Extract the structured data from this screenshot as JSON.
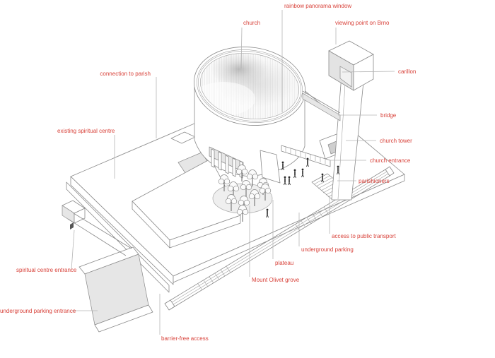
{
  "diagram": {
    "type": "axonometric-architecture-site-diagram",
    "subject": "church complex with tower, plateau and spiritual centre",
    "colors": {
      "accent": "#d8423a",
      "line": "#8a8a8a",
      "leader": "#b5b5b5",
      "shade": "#e6e6e6",
      "background": "#ffffff"
    },
    "labels": [
      {
        "id": "rainbow-panorama-window",
        "text": "rainbow panorama window"
      },
      {
        "id": "church",
        "text": "church"
      },
      {
        "id": "viewing-point-on-brno",
        "text": "viewing point on Brno"
      },
      {
        "id": "carillon",
        "text": "carillon"
      },
      {
        "id": "connection-to-parish",
        "text": "connection to parish"
      },
      {
        "id": "existing-spiritual-centre",
        "text": "existing spiritual centre"
      },
      {
        "id": "bridge",
        "text": "bridge"
      },
      {
        "id": "church-tower",
        "text": "church tower"
      },
      {
        "id": "church-entrance",
        "text": "church entrance"
      },
      {
        "id": "parishioners",
        "text": "parishioners"
      },
      {
        "id": "access-to-public-transport",
        "text": "access to public transport"
      },
      {
        "id": "underground-parking",
        "text": "underground parking"
      },
      {
        "id": "plateau",
        "text": "plateau"
      },
      {
        "id": "mount-olivet-grove",
        "text": "Mount Olivet grove"
      },
      {
        "id": "barrier-free-access",
        "text": "barrier-free access"
      },
      {
        "id": "spiritual-centre-entrance",
        "text": "spiritual centre entrance"
      },
      {
        "id": "underground-parking-entrance",
        "text": "underground parking entrance"
      }
    ],
    "scene": {
      "tree_count": 11,
      "people_count": 9
    }
  }
}
